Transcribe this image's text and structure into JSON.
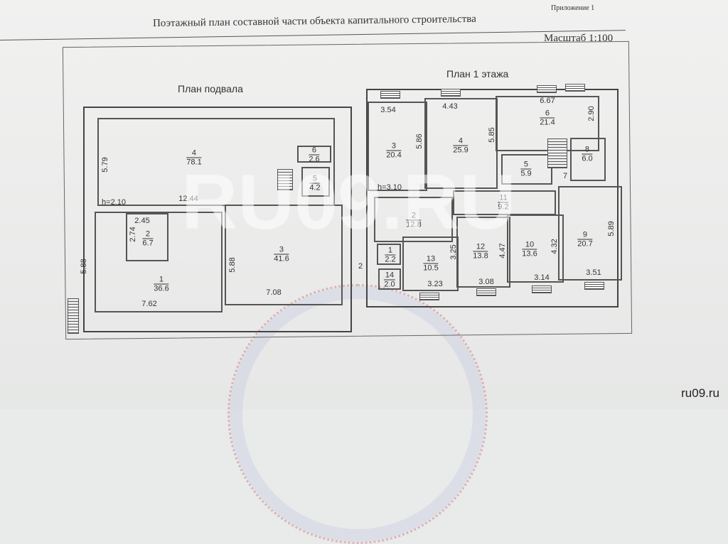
{
  "document": {
    "appendix": "Приложение 1",
    "title": "Поэтажный план составной части объекта капитального строительства",
    "scale": "Масштаб 1:100",
    "watermark": "RU09.RU",
    "site_label": "ru09.ru"
  },
  "basement": {
    "title": "План подвала",
    "height": "h=2.10",
    "rooms": [
      {
        "number": "1",
        "area": "36.6"
      },
      {
        "number": "2",
        "area": "6.7"
      },
      {
        "number": "3",
        "area": "41.6"
      },
      {
        "number": "4",
        "area": "78.1"
      },
      {
        "number": "5",
        "area": "4.2"
      },
      {
        "number": "6",
        "area": "2.6"
      }
    ],
    "dimensions": [
      "5.79",
      "12.44",
      "2.45",
      "2.74",
      "5.88",
      "5.88",
      "7.62",
      "7.08"
    ]
  },
  "floor1": {
    "title": "План 1 этажа",
    "height": "h=3.10",
    "rooms": [
      {
        "number": "1",
        "area": "2.2"
      },
      {
        "number": "2",
        "area": "12.8"
      },
      {
        "number": "3",
        "area": "20.4"
      },
      {
        "number": "4",
        "area": "25.9"
      },
      {
        "number": "5",
        "area": "5.9"
      },
      {
        "number": "6",
        "area": "21.4"
      },
      {
        "number": "8",
        "area": "6.0"
      },
      {
        "number": "9",
        "area": "20.7"
      },
      {
        "number": "10",
        "area": "13.6"
      },
      {
        "number": "11",
        "area": "9.2"
      },
      {
        "number": "12",
        "area": "13.8"
      },
      {
        "number": "13",
        "area": "10.5"
      },
      {
        "number": "14",
        "area": "2.0"
      }
    ],
    "dimensions": [
      "3.54",
      "5.86",
      "4.43",
      "5.85",
      "6.67",
      "2.90",
      "5.89",
      "3.25",
      "4.47",
      "4.32",
      "3.23",
      "3.08",
      "3.14",
      "3.51",
      "2",
      "7"
    ]
  }
}
